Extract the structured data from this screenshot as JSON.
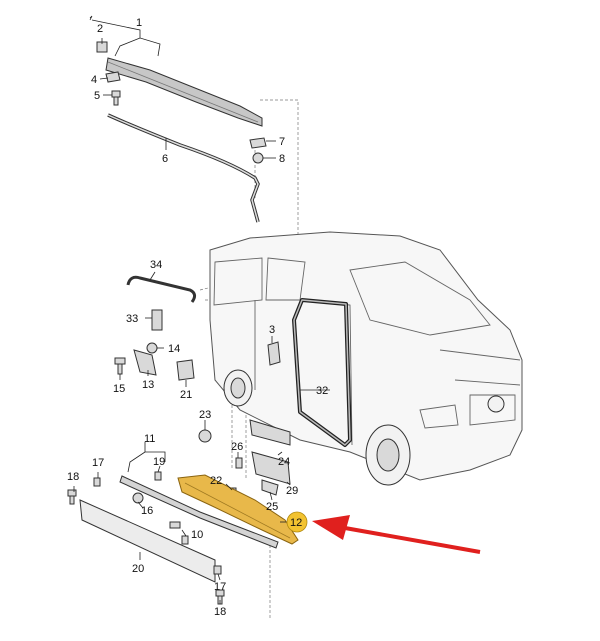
{
  "labels": {
    "l1": "1",
    "l2": "2",
    "l3": "3",
    "l4": "4",
    "l5": "5",
    "l6": "6",
    "l7": "7",
    "l8": "8",
    "l10": "10",
    "l11": "11",
    "l12": "12",
    "l13": "13",
    "l14": "14",
    "l15": "15",
    "l16": "16",
    "l17": "17",
    "l18": "18",
    "l19": "19",
    "l20": "20",
    "l21": "21",
    "l22": "22",
    "l23": "23",
    "l24": "24",
    "l25": "25",
    "l26": "26",
    "l29": "29",
    "l32": "32",
    "l33": "33",
    "l34": "34"
  },
  "colors": {
    "highlight_part": "#e8b84a",
    "highlight_badge": "#f2c230",
    "arrow": "#e0201e"
  }
}
